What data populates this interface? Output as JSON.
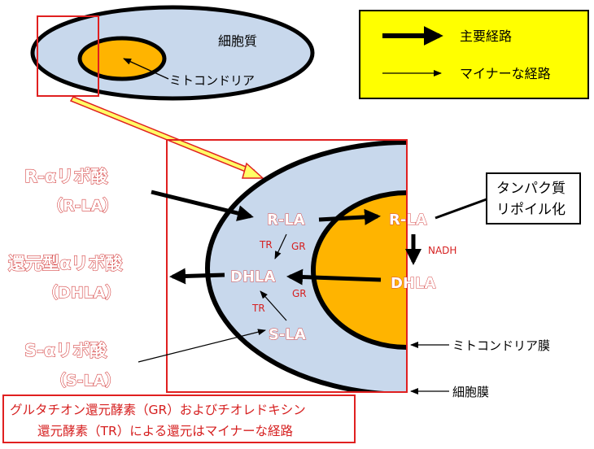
{
  "top_cell": {
    "cytoplasm_label": "細胞質",
    "mitochondria_label": "ミトコンドリア"
  },
  "legend": {
    "major_label": "主要経路",
    "minor_label": "マイナーな経路"
  },
  "zoom": {
    "r_la_cyto": "R-LA",
    "dhla_cyto": "DHLA",
    "s_la": "S-LA",
    "r_la_mito": "R-LA",
    "dhla_mito": "DHLA",
    "tr_top": "TR",
    "gr_top": "GR",
    "gr_bottom": "GR",
    "tr_bottom": "TR",
    "nadh": "NADH"
  },
  "left_labels": {
    "r_la_name": "R-αリポ酸",
    "r_la_abbr": "（R-LA）",
    "dhla_name": "還元型αリポ酸",
    "dhla_abbr": "（DHLA）",
    "s_la_name": "S-αリポ酸",
    "s_la_abbr": "（S-LA）"
  },
  "protein_box": {
    "line1": "タンパク質",
    "line2": "リポイル化"
  },
  "membranes": {
    "mito_membrane": "ミトコンドリア膜",
    "cell_membrane": "細胞膜"
  },
  "note": {
    "line1": "グルタチオン還元酵素（GR）およびチオレドキシン",
    "line2": "還元酵素（TR）による還元はマイナーな経路"
  },
  "colors": {
    "cytoplasm": "#c8d8ec",
    "mitochondria": "#ffb400",
    "legend_bg": "#ffff00",
    "frame_red": "#e02020",
    "label_red": "#d64545"
  }
}
